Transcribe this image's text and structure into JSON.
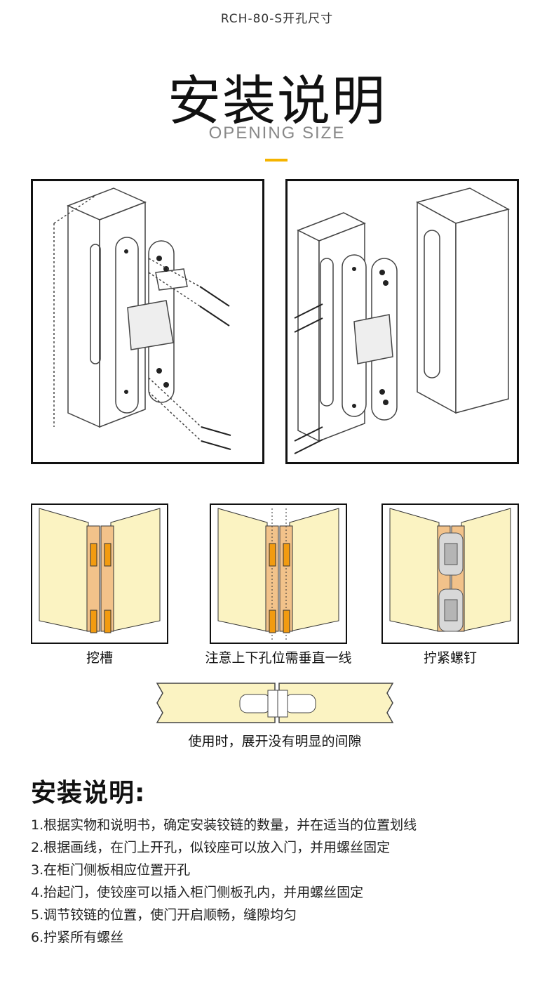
{
  "header": {
    "caption": "RCH-80-S开孔尺寸",
    "title": "安装说明",
    "subtitle": "OPENING SIZE",
    "accent_color": "#f5b400"
  },
  "figures": {
    "step_captions": [
      "挖槽",
      "注意上下孔位需垂直一线",
      "拧紧螺钉"
    ],
    "gap_caption": "使用时，展开没有明显的间隙"
  },
  "instructions": {
    "heading": "安装说明:",
    "steps": [
      "1.根据实物和说明书，确定安装铰链的数量，并在适当的位置划线",
      "2.根据画线，在门上开孔，似铰座可以放入门，并用螺丝固定",
      "3.在柜门侧板相应位置开孔",
      "4.抬起门，使铰座可以插入柜门侧板孔内，并用螺丝固定",
      "5.调节铰链的位置，使门开启顺畅，缝隙均匀",
      "6.拧紧所有螺丝"
    ]
  }
}
